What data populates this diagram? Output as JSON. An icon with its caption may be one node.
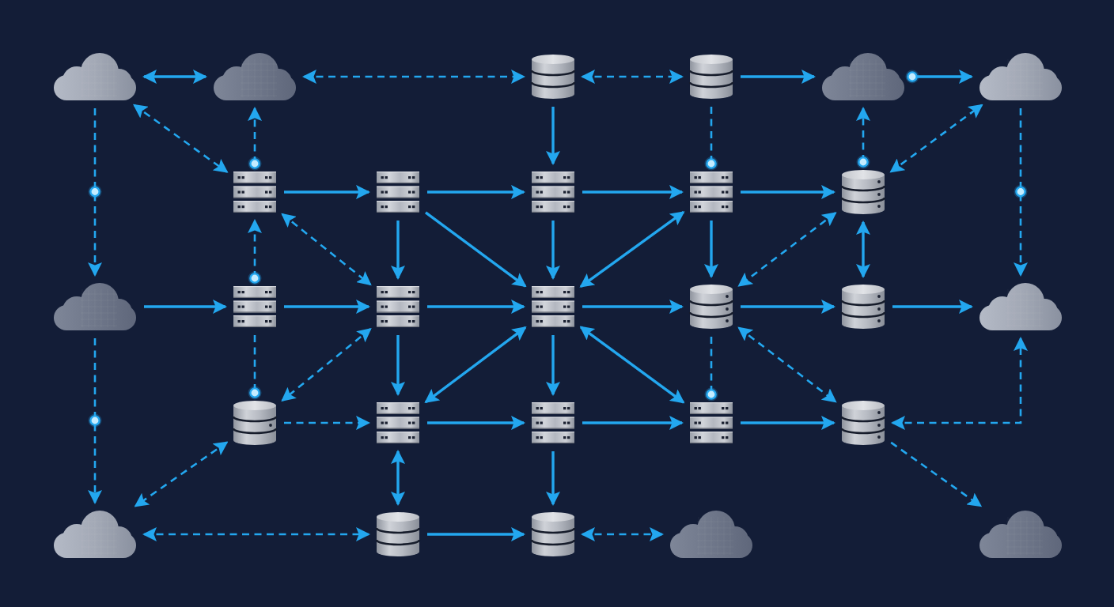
{
  "diagram": {
    "nodes": [
      {
        "text": [],
        "shape": "cloud"
      },
      {
        "text": [],
        "shape": "cloud"
      },
      {
        "text": [],
        "shape": "cylinder"
      },
      {
        "text": [],
        "shape": "cylinder"
      },
      {
        "text": [],
        "shape": "cloud"
      },
      {
        "text": [],
        "shape": "cloud"
      },
      {
        "text": [],
        "shape": "server"
      },
      {
        "text": [],
        "shape": "server"
      },
      {
        "text": [],
        "shape": "server"
      },
      {
        "text": [],
        "shape": "server"
      },
      {
        "text": [],
        "shape": "cylinder"
      },
      {
        "text": [],
        "shape": "cloud"
      },
      {
        "text": [],
        "shape": "server"
      },
      {
        "text": [],
        "shape": "server"
      },
      {
        "text": [],
        "shape": "server"
      },
      {
        "text": [],
        "shape": "cylinder"
      },
      {
        "text": [],
        "shape": "cylinder"
      },
      {
        "text": [],
        "shape": "cloud"
      },
      {
        "text": [],
        "shape": "cylinder"
      },
      {
        "text": [],
        "shape": "server"
      },
      {
        "text": [],
        "shape": "server"
      },
      {
        "text": [],
        "shape": "server"
      },
      {
        "text": [],
        "shape": "cylinder"
      },
      {
        "text": [],
        "shape": "cloud"
      },
      {
        "text": [],
        "shape": "cylinder"
      },
      {
        "text": [],
        "shape": "cylinder"
      },
      {
        "text": [],
        "shape": "cloud"
      },
      {
        "text": [],
        "shape": "cloud"
      }
    ],
    "edges": [
      {
        "from": 0,
        "to": 1,
        "arrow": "both"
      },
      {
        "from": 1,
        "to": 2,
        "arrow": "both",
        "style": "dashed"
      },
      {
        "from": 2,
        "to": 3,
        "arrow": "both",
        "style": "dashed"
      },
      {
        "from": 3,
        "to": 4,
        "arrow": "to"
      },
      {
        "from": 4,
        "to": 5,
        "arrow": "to"
      },
      {
        "from": 0,
        "to": 6,
        "arrow": "both",
        "style": "dashed"
      },
      {
        "from": 6,
        "to": 1,
        "arrow": "to",
        "style": "dashed"
      },
      {
        "from": 2,
        "to": 8,
        "arrow": "to"
      },
      {
        "from": 3,
        "to": 9,
        "arrow": "other",
        "style": "dashed"
      },
      {
        "from": 10,
        "to": 4,
        "arrow": "to",
        "style": "dashed"
      },
      {
        "from": 10,
        "to": 5,
        "arrow": "both",
        "style": "dashed"
      },
      {
        "from": 0,
        "to": 11,
        "arrow": "to",
        "style": "dashed"
      },
      {
        "from": 5,
        "to": 17,
        "arrow": "to",
        "style": "dashed"
      },
      {
        "from": 6,
        "to": 7,
        "arrow": "to"
      },
      {
        "from": 7,
        "to": 8,
        "arrow": "to"
      },
      {
        "from": 8,
        "to": 9,
        "arrow": "to"
      },
      {
        "from": 9,
        "to": 10,
        "arrow": "to"
      },
      {
        "from": 6,
        "to": 13,
        "arrow": "both",
        "style": "dashed"
      },
      {
        "from": 12,
        "to": 6,
        "arrow": "to",
        "style": "dashed"
      },
      {
        "from": 7,
        "to": 13,
        "arrow": "to"
      },
      {
        "from": 7,
        "to": 14,
        "arrow": "to"
      },
      {
        "from": 8,
        "to": 14,
        "arrow": "to"
      },
      {
        "from": 9,
        "to": 14,
        "arrow": "both"
      },
      {
        "from": 9,
        "to": 15,
        "arrow": "to"
      },
      {
        "from": 10,
        "to": 15,
        "arrow": "both",
        "style": "dashed"
      },
      {
        "from": 10,
        "to": 16,
        "arrow": "both"
      },
      {
        "from": 11,
        "to": 12,
        "arrow": "to"
      },
      {
        "from": 12,
        "to": 13,
        "arrow": "to"
      },
      {
        "from": 13,
        "to": 14,
        "arrow": "to"
      },
      {
        "from": 14,
        "to": 15,
        "arrow": "to"
      },
      {
        "from": 15,
        "to": 16,
        "arrow": "to"
      },
      {
        "from": 16,
        "to": 17,
        "arrow": "to"
      },
      {
        "from": 12,
        "to": 18,
        "arrow": "other",
        "style": "dashed"
      },
      {
        "from": 13,
        "to": 18,
        "arrow": "both",
        "style": "dashed"
      },
      {
        "from": 13,
        "to": 19,
        "arrow": "to"
      },
      {
        "from": 14,
        "to": 19,
        "arrow": "both"
      },
      {
        "from": 14,
        "to": 20,
        "arrow": "to"
      },
      {
        "from": 14,
        "to": 21,
        "arrow": "both"
      },
      {
        "from": 15,
        "to": 21,
        "arrow": "other",
        "style": "dashed"
      },
      {
        "from": 15,
        "to": 22,
        "arrow": "both",
        "style": "dashed"
      },
      {
        "from": 11,
        "to": 23,
        "arrow": "to",
        "style": "dashed"
      },
      {
        "from": 18,
        "to": 19,
        "arrow": "to",
        "style": "dashed"
      },
      {
        "from": 19,
        "to": 20,
        "arrow": "to"
      },
      {
        "from": 20,
        "to": 21,
        "arrow": "to"
      },
      {
        "from": 21,
        "to": 22,
        "arrow": "to"
      },
      {
        "from": 22,
        "to": 17,
        "arrow": "both",
        "style": "dashed"
      },
      {
        "from": 22,
        "to": 27,
        "arrow": "to",
        "style": "dashed"
      },
      {
        "from": 18,
        "to": 23,
        "arrow": "both",
        "style": "dashed"
      },
      {
        "from": 19,
        "to": 24,
        "arrow": "both"
      },
      {
        "from": 20,
        "to": 25,
        "arrow": "to"
      },
      {
        "from": 23,
        "to": 24,
        "arrow": "both",
        "style": "dashed"
      },
      {
        "from": 24,
        "to": 25,
        "arrow": "to"
      },
      {
        "from": 25,
        "to": 26,
        "arrow": "both",
        "style": "dashed"
      }
    ]
  }
}
